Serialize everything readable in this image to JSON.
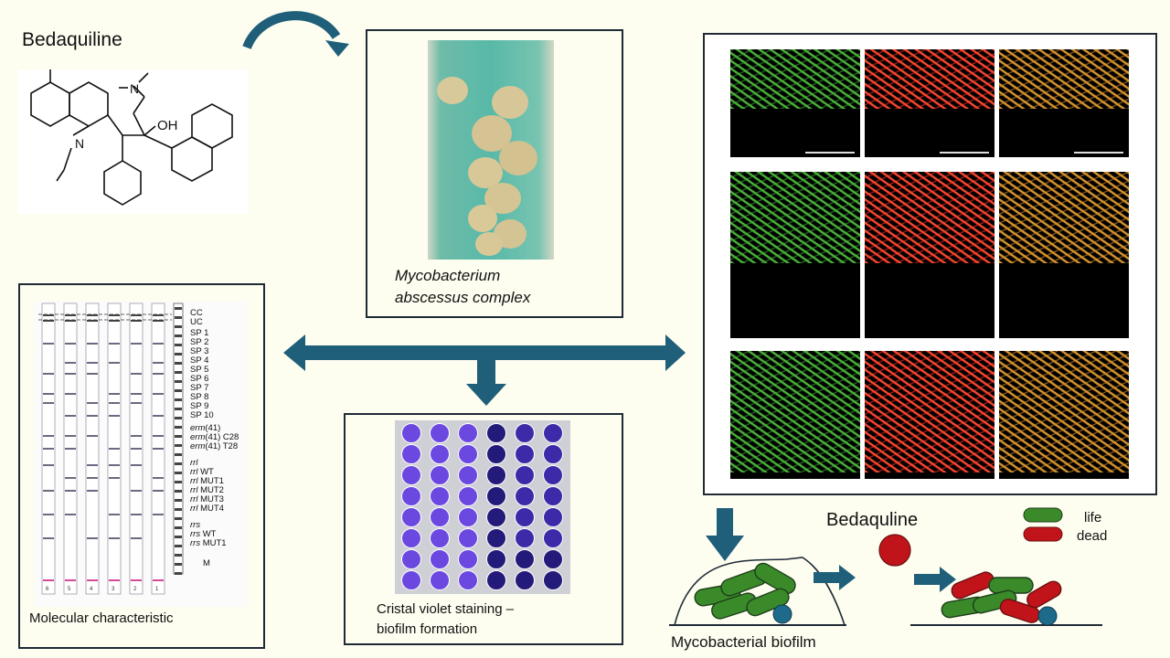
{
  "title_bedaquiline": "Bedaquiline",
  "molecule": {
    "atom_n": "N",
    "atom_oh": "OH",
    "atom_n2": "N"
  },
  "culture": {
    "label_line1": "Mycobacterium",
    "label_line2": "abscessus complex"
  },
  "molecular": {
    "caption": "Molecular characteristic",
    "lane_numbers": [
      "6",
      "5",
      "4",
      "3",
      "2",
      "1"
    ],
    "labels": [
      {
        "pre": "",
        "text": "CC"
      },
      {
        "pre": "",
        "text": "UC"
      },
      {
        "pre": "",
        "text": "SP 1"
      },
      {
        "pre": "",
        "text": "SP 2"
      },
      {
        "pre": "",
        "text": "SP 3"
      },
      {
        "pre": "",
        "text": "SP 4"
      },
      {
        "pre": "",
        "text": "SP 5"
      },
      {
        "pre": "",
        "text": "SP 6"
      },
      {
        "pre": "",
        "text": "SP 7"
      },
      {
        "pre": "",
        "text": "SP 8"
      },
      {
        "pre": "",
        "text": "SP 9"
      },
      {
        "pre": "",
        "text": "SP 10"
      },
      {
        "pre": "erm",
        "text": "(41)"
      },
      {
        "pre": "erm",
        "text": "(41) C28"
      },
      {
        "pre": "erm",
        "text": "(41) T28"
      },
      {
        "pre": "rrl",
        "text": ""
      },
      {
        "pre": "rrl",
        "text": " WT"
      },
      {
        "pre": "rrl",
        "text": " MUT1"
      },
      {
        "pre": "rrl",
        "text": " MUT2"
      },
      {
        "pre": "rrl",
        "text": " MUT3"
      },
      {
        "pre": "rrl",
        "text": " MUT4"
      },
      {
        "pre": "rrs",
        "text": ""
      },
      {
        "pre": "rrs",
        "text": " WT"
      },
      {
        "pre": "rrs",
        "text": " MUT1"
      },
      {
        "pre": "",
        "text": "M"
      }
    ]
  },
  "crystal": {
    "caption_line1": "Cristal violet staining –",
    "caption_line2": "biofilm formation"
  },
  "biofilm": {
    "caption": "Mycobacterial biofilm",
    "drug_label": "Bedaquline",
    "legend_life": "life",
    "legend_dead": "dead",
    "colors": {
      "live": "#3a8a2a",
      "dead": "#c0141a",
      "cocci": "#1d6a8a",
      "arrow": "#1f5f7a"
    }
  }
}
